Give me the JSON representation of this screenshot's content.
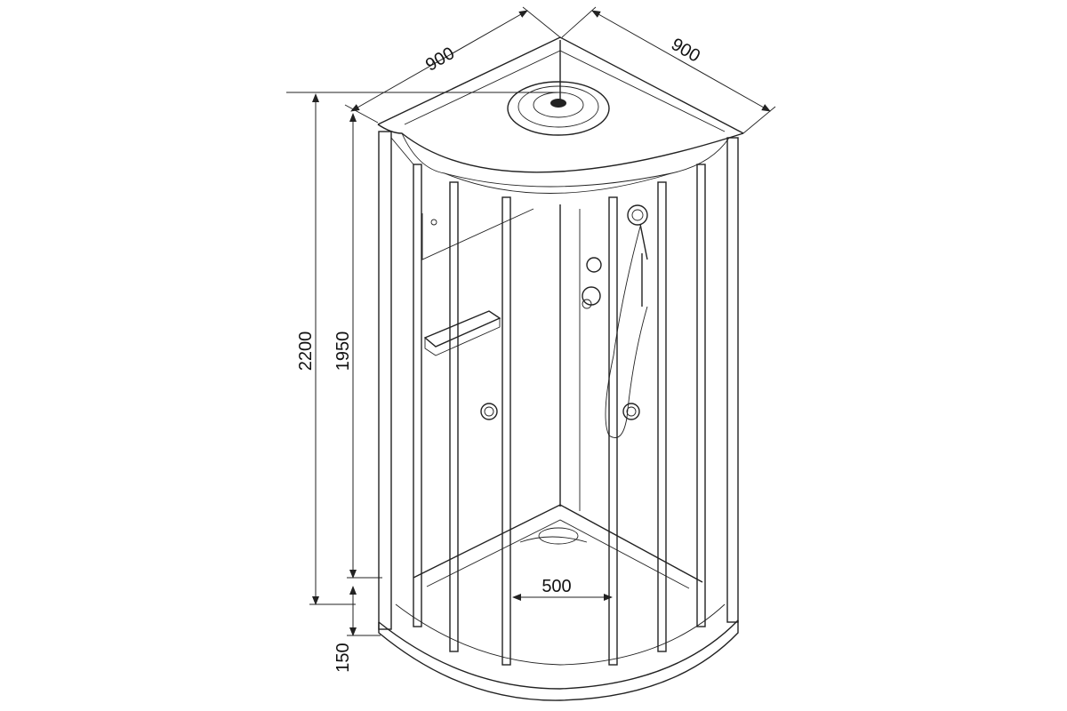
{
  "title": "Shower cabin dimension drawing",
  "dimensions": {
    "top_left_width": "900",
    "top_right_depth": "900",
    "total_height": "2200",
    "cabin_height": "1950",
    "tray_height": "150",
    "drain_width": "500"
  },
  "colors": {
    "line": "#222222",
    "background": "#ffffff"
  }
}
